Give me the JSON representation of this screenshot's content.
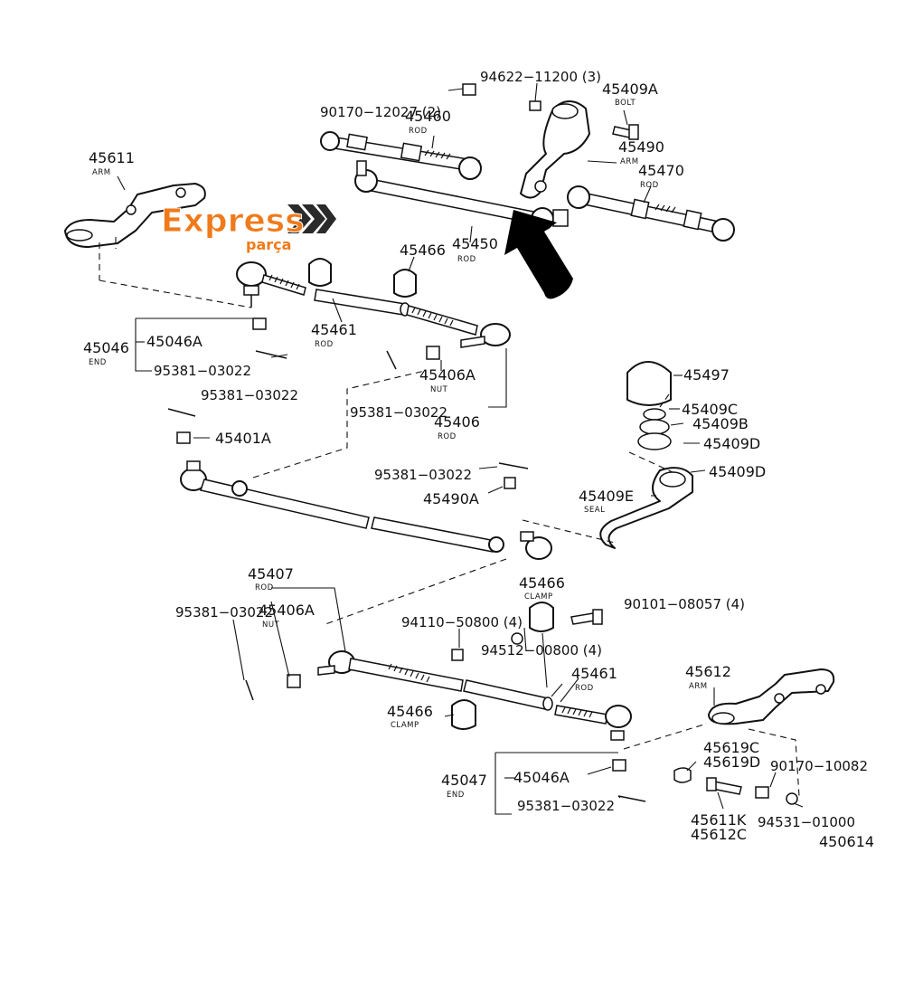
{
  "logo": {
    "main": "Express",
    "sub": "parça",
    "color": "#f07a1a",
    "accent": "#2a2a2a"
  },
  "labels": {
    "p90170_12027": "90170−12027 (2)",
    "p94622_11200": "94622−11200 (3)",
    "p45409A": "45409A",
    "p45409A_sub": "BOLT",
    "p45460": "45460",
    "p45460_sub": "ROD",
    "p45490": "45490",
    "p45490_sub": "ARM",
    "p45470": "45470",
    "p45470_sub": "ROD",
    "p45611": "45611",
    "p45611_sub": "ARM",
    "p45450": "45450",
    "p45450_sub": "ROD",
    "p45466_top": "45466",
    "p45461_top": "45461",
    "p45461_top_sub": "ROD",
    "p45046": "45046",
    "p45046_sub": "END",
    "p45046A_top": "45046A",
    "p95381_a": "95381−03022",
    "p95381_b": "95381−03022",
    "p95381_c": "95381−03022",
    "p45406A_top": "45406A",
    "p45406A_top_sub": "NUT",
    "p45406": "45406",
    "p45406_sub": "ROD",
    "p45401A": "45401A",
    "p45497": "45497",
    "p45409C": "45409C",
    "p45409B": "45409B",
    "p45409D_1": "45409D",
    "p45409D_2": "45409D",
    "p95381_d": "95381−03022",
    "p45490A": "45490A",
    "p45409E": "45409E",
    "p45409E_sub": "SEAL",
    "p45407": "45407",
    "p45407_sub": "ROD",
    "p45466_mid": "45466",
    "p45466_mid_sub": "CLAMP",
    "p90101_08057": "90101−08057 (4)",
    "p95381_e": "95381−03022",
    "p45406A_bot": "45406A",
    "p45406A_bot_sub": "NUT",
    "p94110_50800": "94110−50800 (4)",
    "p94512_00800": "94512−00800 (4)",
    "p45461_bot": "45461",
    "p45461_bot_sub": "ROD",
    "p45612": "45612",
    "p45612_sub": "ARM",
    "p45466_bot": "45466",
    "p45466_bot_sub": "CLAMP",
    "p45619C": "45619C",
    "p45619D": "45619D",
    "p90170_10082": "90170−10082",
    "p45047": "45047",
    "p45047_sub": "END",
    "p45046A_bot": "45046A",
    "p95381_f": "95381−03022",
    "p45611K": "45611K",
    "p45612C": "45612C",
    "p94531_01000": "94531−01000",
    "p450614": "450614"
  }
}
